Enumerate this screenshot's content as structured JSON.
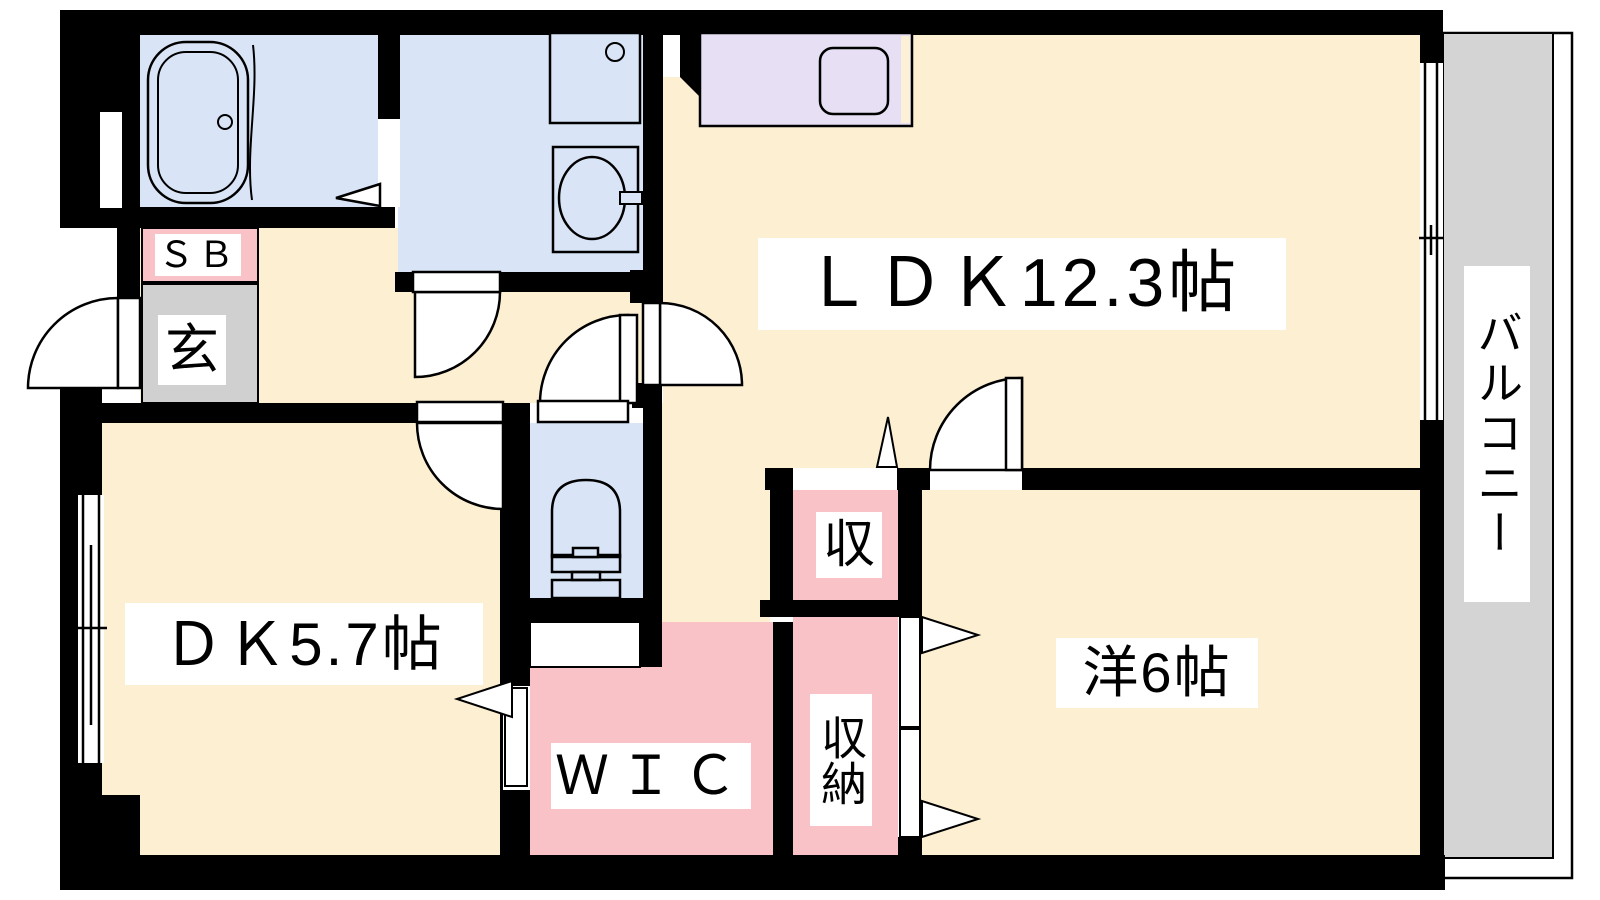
{
  "floorplan": {
    "rooms": {
      "ldk": {
        "label": "ＬＤＫ12.3帖"
      },
      "dk": {
        "label": "ＤＫ5.7帖"
      },
      "western": {
        "label": "洋6帖"
      },
      "wic": {
        "label": "ＷＩＣ"
      },
      "closet": {
        "label": "収"
      },
      "storage": {
        "label": "収納"
      },
      "balcony": {
        "label": "バルコニー"
      },
      "entrance": {
        "label": "玄"
      },
      "shoe_box": {
        "label": "ＳＢ"
      }
    },
    "fixtures": [
      "bathtub-icon",
      "washing-machine-icon",
      "washbasin-icon",
      "toilet-icon",
      "kitchen-counter-sink-icon",
      "door-swing-icons",
      "window-icons"
    ],
    "colors": {
      "floor_cream": "#FCEFD2",
      "wet_area_blue": "#D9E5F7",
      "closet_pink": "#F9C2C7",
      "kitchen_lavender": "#E7DFF3",
      "entrance_gray": "#D0D0D0",
      "balcony_gray": "#D4D4D4",
      "wall_black": "#000000"
    }
  }
}
